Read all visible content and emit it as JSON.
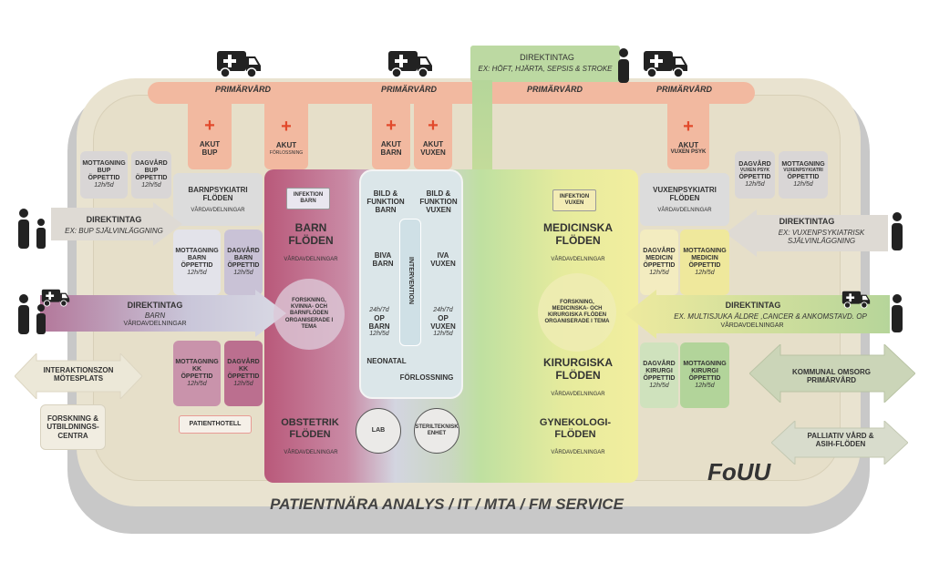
{
  "primarvard": [
    "PRIMÄRVÅRD",
    "PRIMÄRVÅRD",
    "PRIMÄRVÅRD",
    "PRIMÄRVÅRD"
  ],
  "direktintag_top": {
    "title": "DIREKTINTAG",
    "sub": "EX: HÖFT, HJÄRTA, SEPSIS & STROKE"
  },
  "akut": [
    {
      "l1": "AKUT",
      "l2": "BUP",
      "plus": "+"
    },
    {
      "l1": "AKUT",
      "l2": "FÖRLOSSNING",
      "plus": "+"
    },
    {
      "l1": "AKUT",
      "l2": "BARN",
      "plus": "+"
    },
    {
      "l1": "AKUT",
      "l2": "VUXEN",
      "plus": "+"
    },
    {
      "l1": "AKUT",
      "l2": "VUXEN PSYK",
      "plus": "+"
    }
  ],
  "left": {
    "mott_bup": {
      "l1": "MOTTAGNING",
      "l2": "BUP",
      "l3": "ÖPPETTID",
      "l4": "12h/5d"
    },
    "dag_bup": {
      "l1": "DAGVÅRD",
      "l2": "BUP",
      "l3": "ÖPPETTID",
      "l4": "12h/5d"
    },
    "barnpsyk": {
      "title": "BARNPSYKIATRI FLÖDEN",
      "sub": "VÅRDAVDELNINGAR"
    },
    "direkt1": {
      "title": "DIREKTINTAG",
      "sub": "EX: BUP SJÄLVINLÄGGNING"
    },
    "mott_barn": {
      "l1": "MOTTAGNING",
      "l2": "BARN",
      "l3": "ÖPPETTID",
      "l4": "12h/5d"
    },
    "dag_barn": {
      "l1": "DAGVÅRD",
      "l2": "BARN",
      "l3": "ÖPPETTID",
      "l4": "12h/5d"
    },
    "direkt2": {
      "title": "DIREKTINTAG",
      "sub": "BARN",
      "sub2": "VÅRDAVDELNINGAR"
    },
    "mott_kk": {
      "l1": "MOTTAGNING",
      "l2": "KK",
      "l3": "ÖPPETTID",
      "l4": "12h/5d"
    },
    "dag_kk": {
      "l1": "DAGVÅRD",
      "l2": "KK",
      "l3": "ÖPPETTID",
      "l4": "12h/5d"
    },
    "interaktion": "INTERAKTIONSZON MÖTESPLATS",
    "forskning": "FORSKNING & UTBILDNINGS-CENTRA",
    "patienthotell": "PATIENTHOTELL"
  },
  "center": {
    "infektion_barn": "INFEKTION BARN",
    "barn_floden": "BARN FLÖDEN",
    "barn_vd": "VÅRDAVDELNINGAR",
    "forskning_barn": "FORSKNING, KVINNA- OCH BARNFLÖDEN ORGANISERADE I TEMA",
    "obstetrik": "OBSTETRIK FLÖDEN",
    "obstetrik_vd": "VÅRDAVDELNINGAR",
    "bild_barn": "BILD & FUNKTION BARN",
    "bild_vuxen": "BILD & FUNKTION VUXEN",
    "biva_barn": "BIVA BARN",
    "iva_vuxen": "IVA VUXEN",
    "intervention": "INTERVENTION",
    "op_barn": {
      "l1": "24h/7d",
      "l2": "OP",
      "l3": "BARN",
      "l4": "12h/5d"
    },
    "op_vuxen": {
      "l1": "24h/7d",
      "l2": "OP",
      "l3": "VUXEN",
      "l4": "12h/5d"
    },
    "neonatal": "NEONATAL",
    "forlossning": "FÖRLOSSNING",
    "lab": "LAB",
    "steril": "STERILTEKNISK ENHET",
    "infektion_vuxen": "INFEKTION VUXEN",
    "medicinska": "MEDICINSKA FLÖDEN",
    "med_vd": "VÅRDAVDELNINGAR",
    "forskning_med": "FORSKNING, MEDICINSKA- OCH KIRURGISKA FLÖDEN ORGANISERADE I TEMA",
    "kirurgiska": "KIRURGISKA FLÖDEN",
    "kir_vd": "VÅRDAVDELNINGAR",
    "gynekologi": "GYNEKOLOGI- FLÖDEN",
    "gyn_vd": "VÅRDAVDELNINGAR"
  },
  "right": {
    "dag_vpsyk": {
      "l1": "DAGVÅRD",
      "l2": "VUXEN PSYK",
      "l3": "ÖPPETTID",
      "l4": "12h/5d"
    },
    "mott_vpsyk": {
      "l1": "MOTTAGNING",
      "l2": "VUXENPSYKIATRI",
      "l3": "ÖPPETTID",
      "l4": "12h/5d"
    },
    "vuxenpsyk": {
      "title": "VUXENPSYKIATRI FLÖDEN",
      "sub": "VÅRDAVDELNINGAR"
    },
    "direkt3": {
      "title": "DIREKTINTAG",
      "sub": "EX: VUXENPSYKIATRISK SJÄLVINLÄGGNING"
    },
    "dag_med": {
      "l1": "DAGVÅRD",
      "l2": "MEDICIN",
      "l3": "ÖPPETTID",
      "l4": "12h/5d"
    },
    "mott_med": {
      "l1": "MOTTAGNING",
      "l2": "MEDICIN",
      "l3": "ÖPPETTID",
      "l4": "12h/5d"
    },
    "direkt4": {
      "title": "DIREKTINTAG",
      "sub": "EX. MULTISJUKA ÄLDRE ,CANCER & ANKOMSTAVD. OP",
      "sub2": "VÅRDAVDELNINGAR"
    },
    "dag_kir": {
      "l1": "DAGVÅRD",
      "l2": "KIRURGI",
      "l3": "ÖPPETTID",
      "l4": "12h/5d"
    },
    "mott_kir": {
      "l1": "MOTTAGNING",
      "l2": "KIRURGI",
      "l3": "ÖPPETTID",
      "l4": "12h/5d"
    },
    "kommunal": "KOMMUNAL OMSORG PRIMÄRVÅRD",
    "palliativ": "PALLIATIV VÅRD & ASIH-FLÖDEN"
  },
  "fouu": "FoUU",
  "footer": "PATIENTNÄRA ANALYS / IT / MTA / FM SERVICE"
}
